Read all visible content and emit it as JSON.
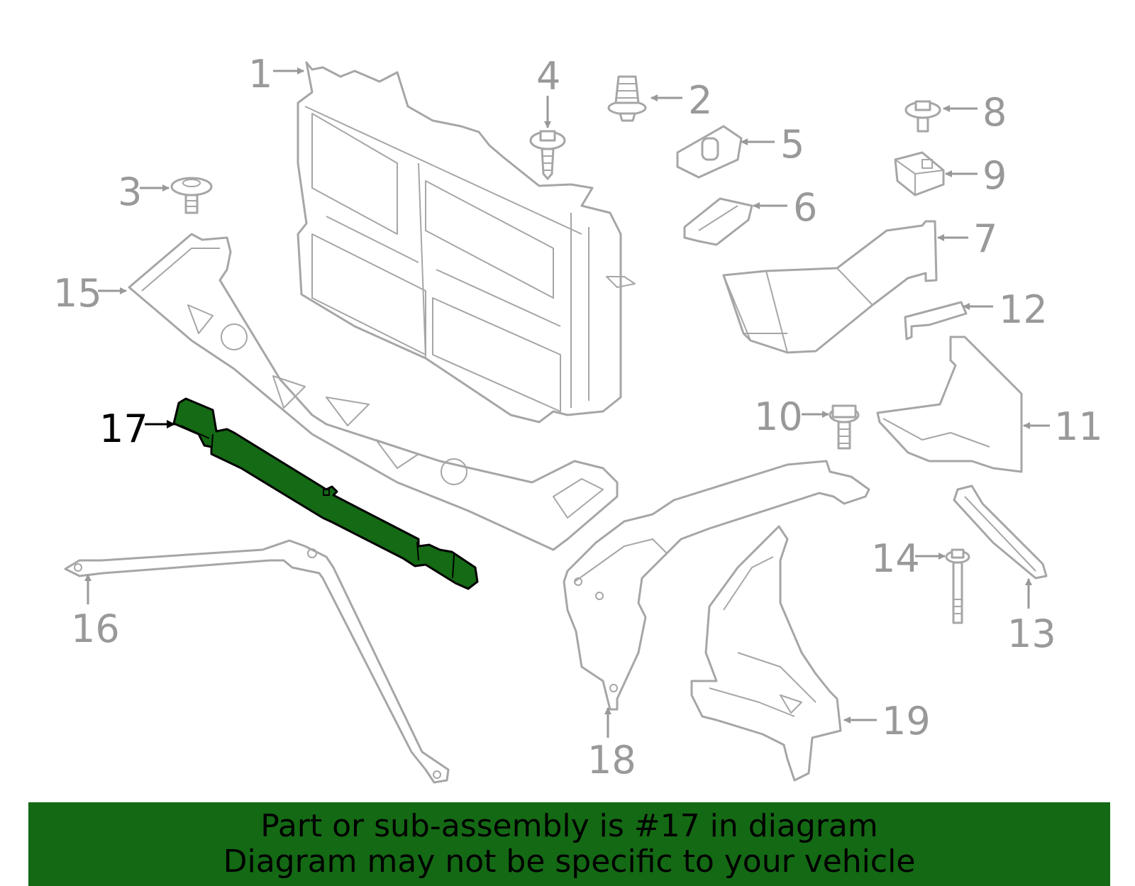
{
  "diagram": {
    "highlighted_part": "17",
    "highlight_color": "#156a15",
    "line_color": "#a6a6a6",
    "callouts": [
      "1",
      "2",
      "3",
      "4",
      "5",
      "6",
      "7",
      "8",
      "9",
      "10",
      "11",
      "12",
      "13",
      "14",
      "15",
      "16",
      "17",
      "18",
      "19"
    ]
  },
  "footer": {
    "line1": "Part or sub-assembly is #17 in diagram",
    "line2": "Diagram may not be specific to your vehicle",
    "background": "#146914"
  }
}
